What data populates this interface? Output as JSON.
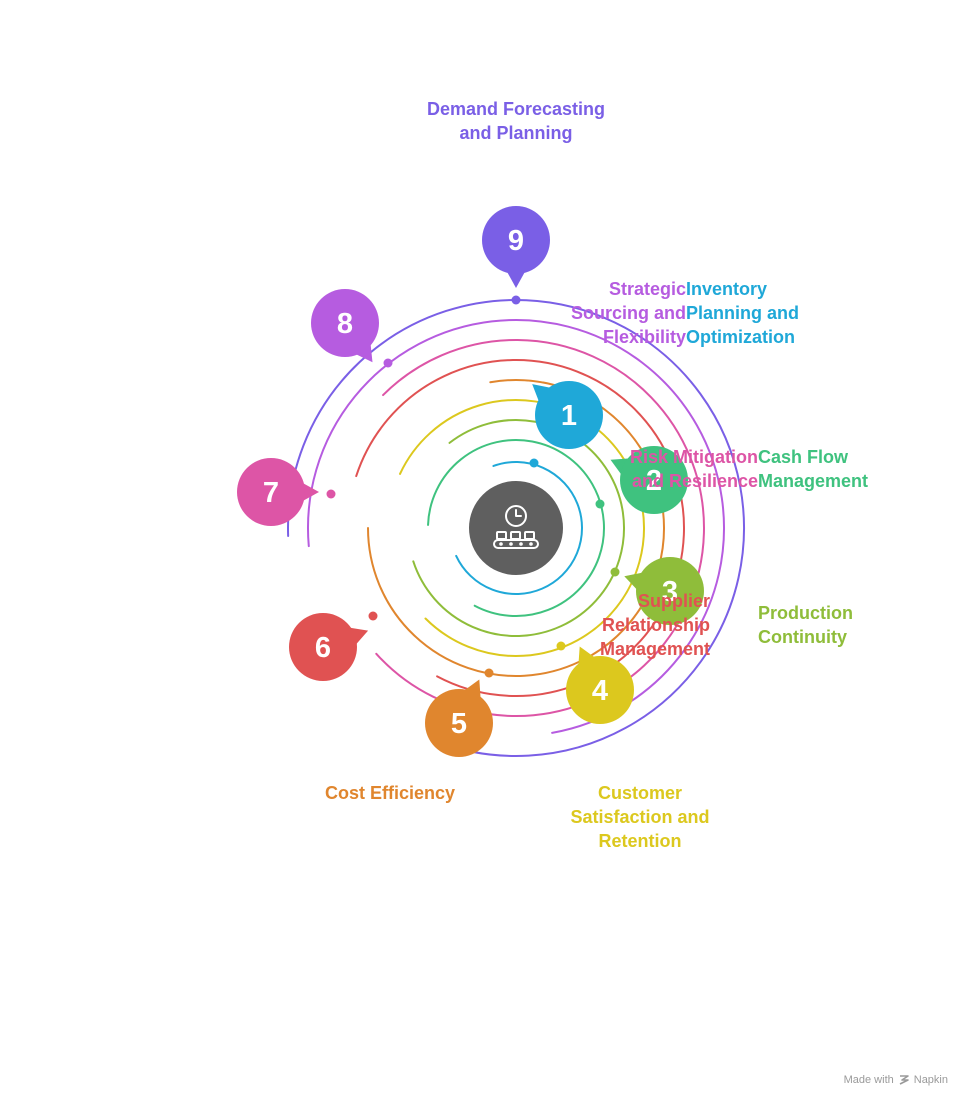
{
  "center": {
    "icon": "clock-conveyor-icon",
    "color": "#5f5f5f"
  },
  "steps": [
    {
      "number": "1",
      "color": "#1fa8d8",
      "lines": [
        "Inventory",
        "Planning and",
        "Optimization"
      ]
    },
    {
      "number": "2",
      "color": "#3fc27f",
      "lines": [
        "Cash Flow",
        "Management"
      ]
    },
    {
      "number": "3",
      "color": "#8fbd3a",
      "lines": [
        "Production",
        "Continuity"
      ]
    },
    {
      "number": "4",
      "color": "#dcc81e",
      "lines": [
        "Customer",
        "Satisfaction and",
        "Retention"
      ]
    },
    {
      "number": "5",
      "color": "#e0862e",
      "lines": [
        "Cost Efficiency"
      ]
    },
    {
      "number": "6",
      "color": "#e05252",
      "lines": [
        "Supplier",
        "Relationship",
        "Management"
      ]
    },
    {
      "number": "7",
      "color": "#dd55a6",
      "lines": [
        "Risk Mitigation",
        "and Resilience"
      ]
    },
    {
      "number": "8",
      "color": "#b65ce0",
      "lines": [
        "Strategic",
        "Sourcing and",
        "Flexibility"
      ]
    },
    {
      "number": "9",
      "color": "#7a5fe6",
      "lines": [
        "Demand Forecasting",
        "and Planning"
      ]
    }
  ],
  "footer": {
    "made_with": "Made with",
    "brand": "Napkin"
  }
}
